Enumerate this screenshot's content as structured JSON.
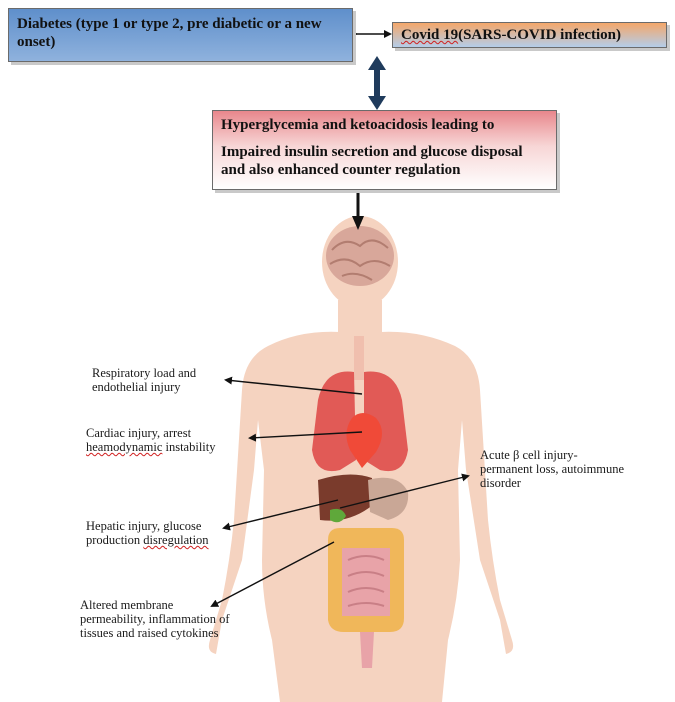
{
  "boxes": {
    "diabetes": "Diabetes (type 1 or type 2, pre diabetic or a new onset)",
    "covid_pre": "Covid 19",
    "covid_main": "(SARS-COVID infection)",
    "hyper_line1": "Hyperglycemia and ketoacidosis leading to",
    "hyper_line2": "Impaired insulin secretion and glucose disposal and also enhanced counter regulation"
  },
  "labels": {
    "respiratory": "Respiratory load and endothelial injury",
    "cardiac_a": "Cardiac injury, arrest ",
    "cardiac_b": "heamodynamic",
    "cardiac_c": " instability",
    "beta": "Acute β cell injury- permanent loss, autoimmune disorder",
    "hepatic_a": "Hepatic injury, glucose production ",
    "hepatic_b": "disregulation",
    "membrane": "Altered membrane permeability, inflammation of tissues and raised cytokines"
  },
  "colors": {
    "diabetes_box": "#6f9bd3",
    "covid_box": "#f4a76a",
    "hyper_box": "#e8878c",
    "vertical_arrow": "#1f3b5c",
    "body_skin": "#f5d3c0"
  }
}
